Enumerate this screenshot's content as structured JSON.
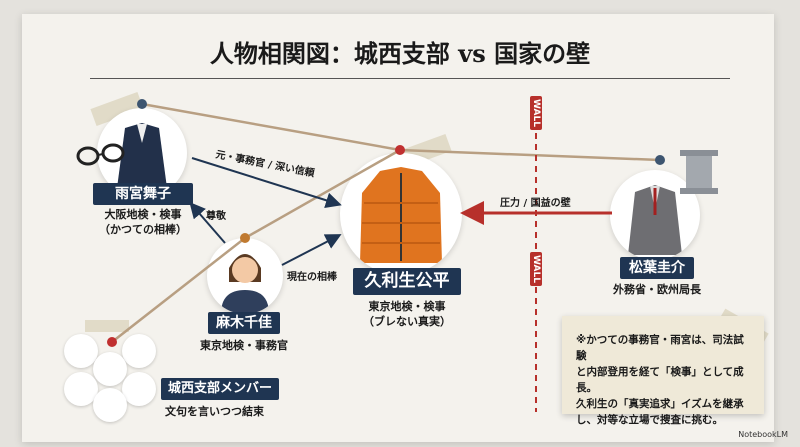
{
  "title": "人物相関図：城西支部 vs 国家の壁",
  "characters": {
    "amamiya": {
      "name": "雨宮舞子",
      "line1": "大阪地検・検事",
      "line2": "（かつての相棒）",
      "icon": "suit-and-glasses-icon"
    },
    "kuryu": {
      "name": "久利生公平",
      "line1": "東京地検・検事",
      "line2": "（ブレない真実）",
      "icon": "orange-down-jacket-icon"
    },
    "asagi": {
      "name": "麻木千佳",
      "line1": "東京地検・事務官",
      "icon": "woman-avatar-icon"
    },
    "matsuba": {
      "name": "松葉圭介",
      "line1": "外務省・欧州局長",
      "icon": "grey-suit-and-pillar-icon"
    },
    "members": {
      "name": "城西支部メンバー",
      "line1": "文句を言いつつ結束",
      "icon": "group-avatars-icon"
    }
  },
  "relations": {
    "amamiya_to_kuryu": "元・事務官 / 深い信頼",
    "asagi_to_amamiya": "尊敬",
    "asagi_to_kuryu": "現在の相棒",
    "matsuba_to_kuryu": "圧力 / 国益の壁"
  },
  "wall_label": "WALL",
  "note": [
    "※かつての事務官・雨宮は、司法試験",
    "と内部登用を経て「検事」として成長。",
    "久利生の「真実追求」イズムを継承",
    "し、対等な立場で捜査に挑む。"
  ],
  "footer": "NotebookLM",
  "colors": {
    "navy": "#1f3552",
    "red": "#b7302b",
    "jacket": "#e0741f"
  }
}
